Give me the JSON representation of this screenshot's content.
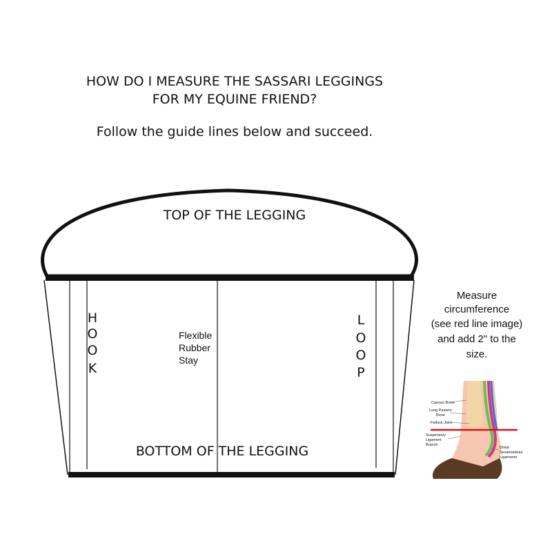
{
  "heading": {
    "line1": "HOW DO I MEASURE THE SASSARI LEGGINGS",
    "line2": "FOR MY EQUINE FRIEND?",
    "subline": "Follow the guide lines below and succeed."
  },
  "legging": {
    "top_label": "TOP OF THE LEGGING",
    "bottom_label": "BOTTOM OF THE LEGGING",
    "hook_letters": [
      "H",
      "O",
      "O",
      "K"
    ],
    "loop_letters": [
      "L",
      "O",
      "O",
      "P"
    ],
    "stay_lines": [
      "Flexible",
      "Rubber",
      "Stay"
    ]
  },
  "instruction": {
    "lines": [
      "Measure",
      "circumference",
      "(see red line image)",
      "and add 2\" to the",
      "size."
    ]
  },
  "leg_diagram": {
    "labels": {
      "cannon_bone": "Cannon Bone",
      "long_pastern_1": "Long Pastern",
      "long_pastern_2": "Bone",
      "fetlock_joint": "Fetlock Joint",
      "suspensory_1": "Suspensory",
      "suspensory_2": "Ligament",
      "suspensory_3": "Branch",
      "distal_1": "Distal",
      "distal_2": "Sesamoidean",
      "distal_3": "Ligaments"
    },
    "colors": {
      "skin": "#f6c7b0",
      "bone": "#f2d6a6",
      "ligament_green": "#5cc64a",
      "ligament_pink": "#d6338a",
      "ligament_blue": "#3a6fd8",
      "hoof": "#5a3a22",
      "measure_line": "#e01010"
    }
  }
}
